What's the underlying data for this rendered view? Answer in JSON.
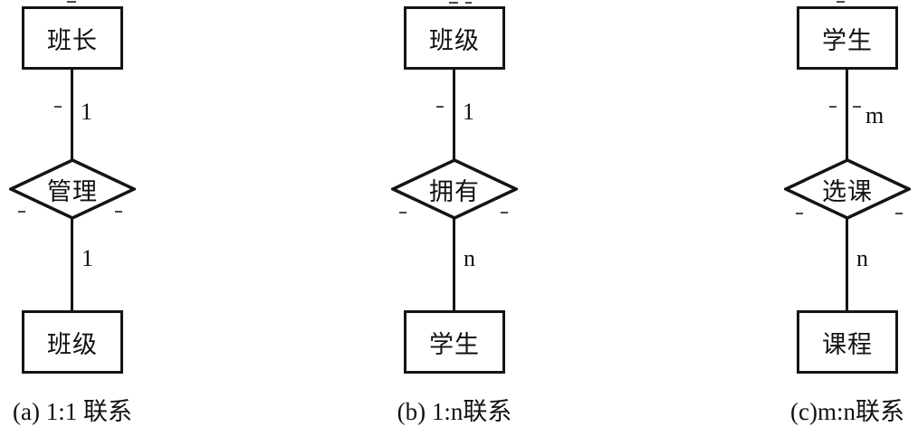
{
  "figure": {
    "description_colors": {
      "background": "#ffffff",
      "stroke": "#141414",
      "text": "#111111"
    }
  },
  "diagrams": [
    {
      "id": "a",
      "top_entity": "班长",
      "top_cardinality": "1",
      "relationship": "管理",
      "bottom_cardinality": "1",
      "bottom_entity": "班级",
      "caption": "(a) 1:1 联系"
    },
    {
      "id": "b",
      "top_entity": "班级",
      "top_cardinality": "1",
      "relationship": "拥有",
      "bottom_cardinality": "n",
      "bottom_entity": "学生",
      "caption": "(b) 1:n联系"
    },
    {
      "id": "c",
      "top_entity": "学生",
      "top_cardinality": "m",
      "relationship": "选课",
      "bottom_cardinality": "n",
      "bottom_entity": "课程",
      "caption": "(c)m:n联系"
    }
  ]
}
